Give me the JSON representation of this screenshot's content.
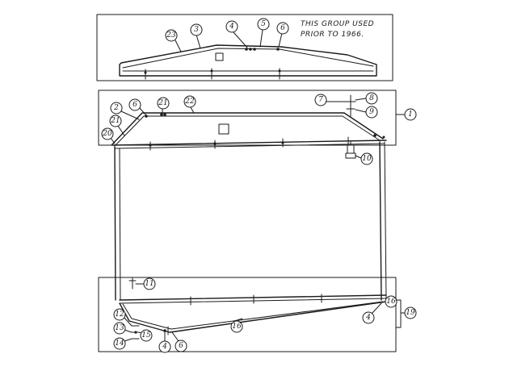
{
  "note": {
    "line1": "THIS GROUP USED",
    "line2": "PRIOR TO 1966."
  },
  "callouts": {
    "c1": "1",
    "c2": "2",
    "c3": "3",
    "c4a": "4",
    "c4b": "4",
    "c4c": "4",
    "c5": "5",
    "c6a": "6",
    "c6b": "6",
    "c6c": "6",
    "c7": "7",
    "c8": "8",
    "c9": "9",
    "c10": "10",
    "c11": "11",
    "c12": "12",
    "c13": "13",
    "c14": "14",
    "c15": "15",
    "c16a": "16",
    "c16b": "16",
    "c19": "19",
    "c20": "20",
    "c21a": "21",
    "c21b": "21",
    "c22": "22",
    "c23": "23"
  }
}
